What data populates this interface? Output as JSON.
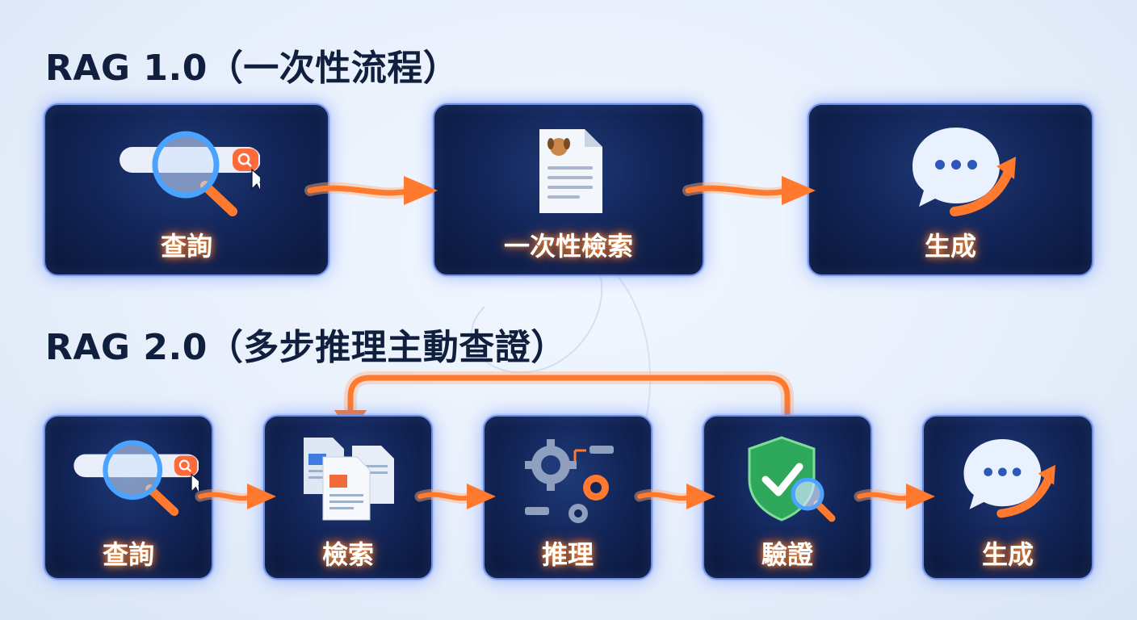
{
  "rag1": {
    "title": "RAG 1.0（一次性流程）",
    "steps": [
      {
        "label": "查詢",
        "icon": "search-bar-magnifier-icon"
      },
      {
        "label": "一次性檢索",
        "icon": "document-icon"
      },
      {
        "label": "生成",
        "icon": "chat-bubble-growth-icon"
      }
    ]
  },
  "rag2": {
    "title": "RAG 2.0（多步推理主動查證）",
    "steps": [
      {
        "label": "查詢",
        "icon": "search-bar-magnifier-icon"
      },
      {
        "label": "檢索",
        "icon": "documents-stack-icon"
      },
      {
        "label": "推理",
        "icon": "gears-icon"
      },
      {
        "label": "驗證",
        "icon": "shield-check-icon"
      },
      {
        "label": "生成",
        "icon": "chat-bubble-growth-icon"
      }
    ],
    "feedback_loop": {
      "from": "驗證",
      "to": "檢索"
    }
  },
  "colors": {
    "heading": "#0f1f3d",
    "card_bg": "#13265a",
    "card_border": "#6f8fe6",
    "arrow": "#ff7a2e",
    "label_glow": "#ff8a2a"
  }
}
